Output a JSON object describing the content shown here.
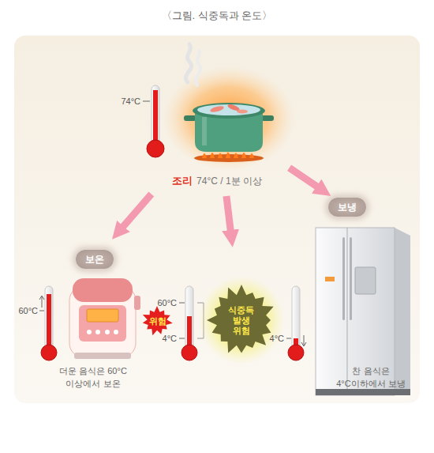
{
  "diagram": {
    "title": "〈그림. 식중독과 온도〉",
    "nodes": [
      {
        "text": [
          "조리",
          "74°C / 1분 이상"
        ]
      },
      {
        "text": [
          "보온"
        ]
      },
      {
        "text": [
          "위험"
        ]
      },
      {
        "text": [
          "식중독 발생 위험"
        ]
      },
      {
        "text": [
          "보냉"
        ]
      }
    ],
    "edges": [
      {
        "from": 0,
        "to": 1,
        "arrow": "to"
      },
      {
        "from": 0,
        "to": 3,
        "arrow": "to"
      },
      {
        "from": 0,
        "to": 4,
        "arrow": "to"
      }
    ],
    "labels": [
      "74°C",
      "60°C",
      "60°C",
      "4°C",
      "4°C",
      "더운 음식은 60°C 이상에서 보온",
      "찬 음식은 4°C이하에서 보냉"
    ]
  }
}
